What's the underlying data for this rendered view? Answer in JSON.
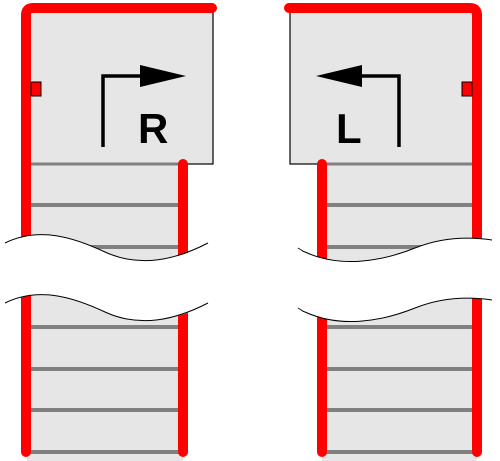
{
  "stairs": [
    {
      "id": "right-turn-stair",
      "turn_label": "R",
      "arrow_direction": "right",
      "handrail_side": "left",
      "tread_count_visible": 6
    },
    {
      "id": "left-turn-stair",
      "turn_label": "L",
      "arrow_direction": "left",
      "handrail_side": "right",
      "tread_count_visible": 6
    }
  ],
  "colors": {
    "wall": "#ff0000",
    "landing_fill": "#e6e6e6",
    "tread_line": "#808080",
    "outline": "#000000",
    "arrow": "#000000",
    "background": "#ffffff"
  },
  "icons": {
    "turn_arrow_right": "bent-arrow-right-icon",
    "turn_arrow_left": "bent-arrow-left-icon",
    "break_mark": "wavy-break-line"
  }
}
